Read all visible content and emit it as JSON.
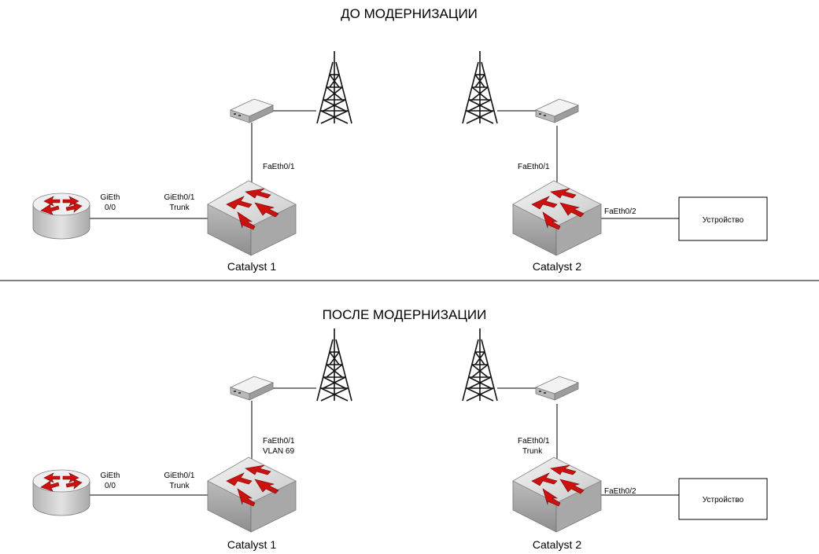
{
  "top": {
    "title": "ДО МОДЕРНИЗАЦИИ",
    "router_port": [
      "GiEth",
      "0/0"
    ],
    "sw1_uplink_port": [
      "GiEth0/1",
      "Trunk"
    ],
    "sw1_radio_port": [
      "FaEth0/1"
    ],
    "sw2_radio_port": [
      "FaEth0/1"
    ],
    "sw2_device_port": "FaEth0/2",
    "sw1_name": "Catalyst 1",
    "sw2_name": "Catalyst 2",
    "device_label": "Устройство"
  },
  "bottom": {
    "title": "ПОСЛЕ МОДЕРНИЗАЦИИ",
    "router_port": [
      "GiEth",
      "0/0"
    ],
    "sw1_uplink_port": [
      "GiEth0/1",
      "Trunk"
    ],
    "sw1_radio_port": [
      "FaEth0/1",
      "VLAN 69"
    ],
    "sw2_radio_port": [
      "FaEth0/1",
      "Trunk"
    ],
    "sw2_device_port": "FaEth0/2",
    "sw1_name": "Catalyst 1",
    "sw2_name": "Catalyst 2",
    "device_label": "Устройство"
  },
  "colors": {
    "arrow_red": "#cc1111",
    "device_grey": "#d6d6d6",
    "line": "#000000"
  }
}
